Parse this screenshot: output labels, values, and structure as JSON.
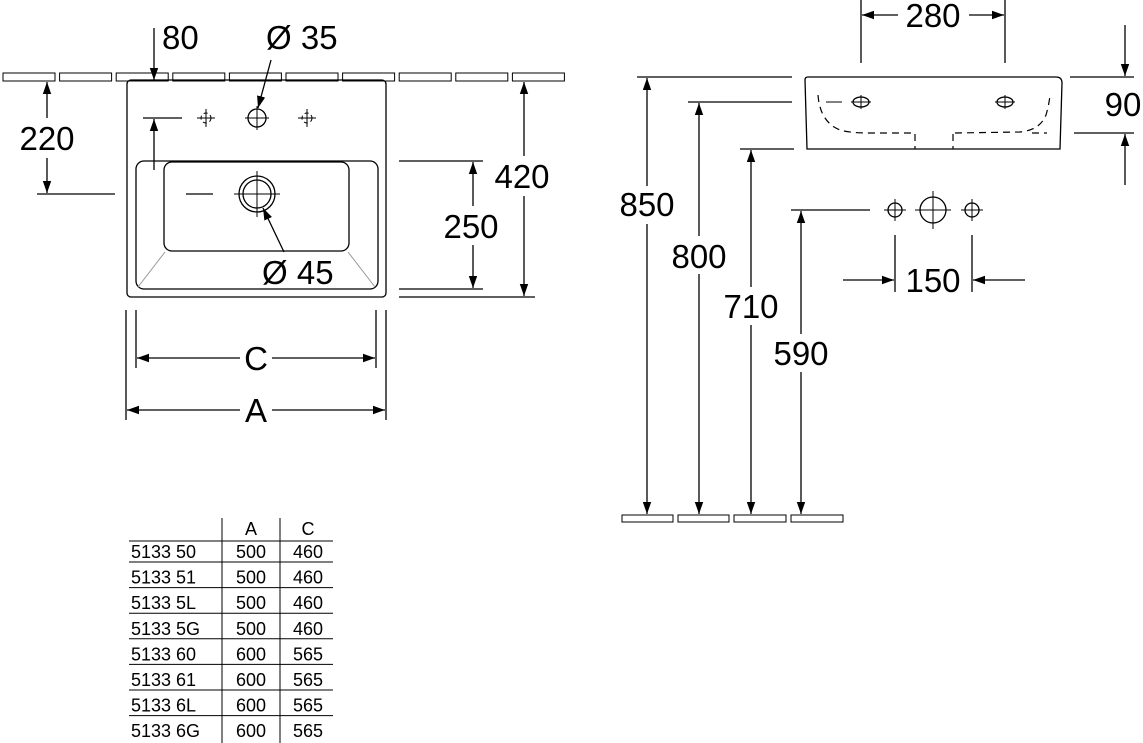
{
  "plan_view": {
    "dim_80": "80",
    "dim_dia35": "Ø 35",
    "dim_220": "220",
    "dim_420": "420",
    "dim_250": "250",
    "dim_dia45": "Ø 45",
    "dim_C": "C",
    "dim_A": "A"
  },
  "side_view": {
    "dim_280": "280",
    "dim_90": "90",
    "dim_850": "850",
    "dim_800": "800",
    "dim_710": "710",
    "dim_590": "590",
    "dim_150": "150"
  },
  "table": {
    "headers": [
      "",
      "A",
      "C"
    ],
    "rows": [
      [
        "5133 50",
        "500",
        "460"
      ],
      [
        "5133 51",
        "500",
        "460"
      ],
      [
        "5133 5L",
        "500",
        "460"
      ],
      [
        "5133 5G",
        "500",
        "460"
      ],
      [
        "5133 60",
        "600",
        "565"
      ],
      [
        "5133 61",
        "600",
        "565"
      ],
      [
        "5133 6L",
        "600",
        "565"
      ],
      [
        "5133 6G",
        "600",
        "565"
      ]
    ]
  }
}
